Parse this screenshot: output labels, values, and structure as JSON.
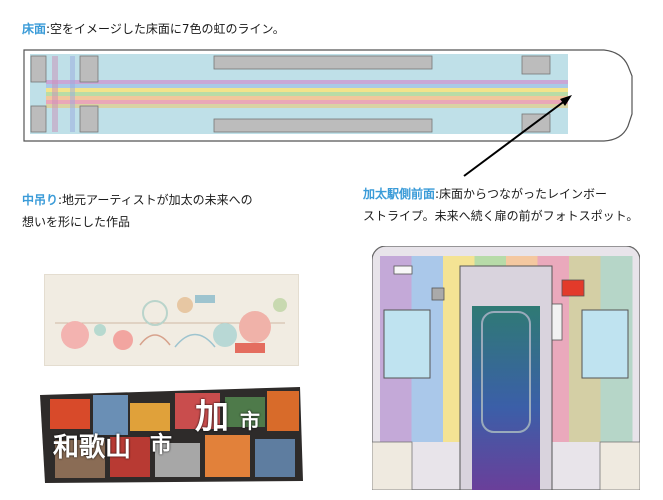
{
  "captions": {
    "floor": {
      "label": "床面",
      "text": ":空をイメージした床面に7色の虹のライン。"
    },
    "strap": {
      "label": "中吊り",
      "text_line1": ":地元アーティストが加太の未来への",
      "text_line2": "想いを形にした作品"
    },
    "station": {
      "label": "加太駅側前面",
      "text_line1": ":床面からつながったレインボー",
      "text_line2": "ストライプ。未来へ続く扉の前がフォトスポット。"
    }
  },
  "collage_text": {
    "big_chars": "加",
    "city_char": "市",
    "text_wakayama": "和歌山",
    "text_city2": "市"
  },
  "rainbow_colors": [
    "#c9a7d6",
    "#a9c9e6",
    "#f3e38b",
    "#b9dca6",
    "#f2c79c",
    "#e9a7b8",
    "#d9d2a3"
  ],
  "door_stripe_colors": [
    "#c4a9d8",
    "#aac8ea",
    "#f4e394",
    "#b7dba8",
    "#f4c8a0",
    "#eaa9bc",
    "#d4cfa5",
    "#b6d6c8"
  ]
}
